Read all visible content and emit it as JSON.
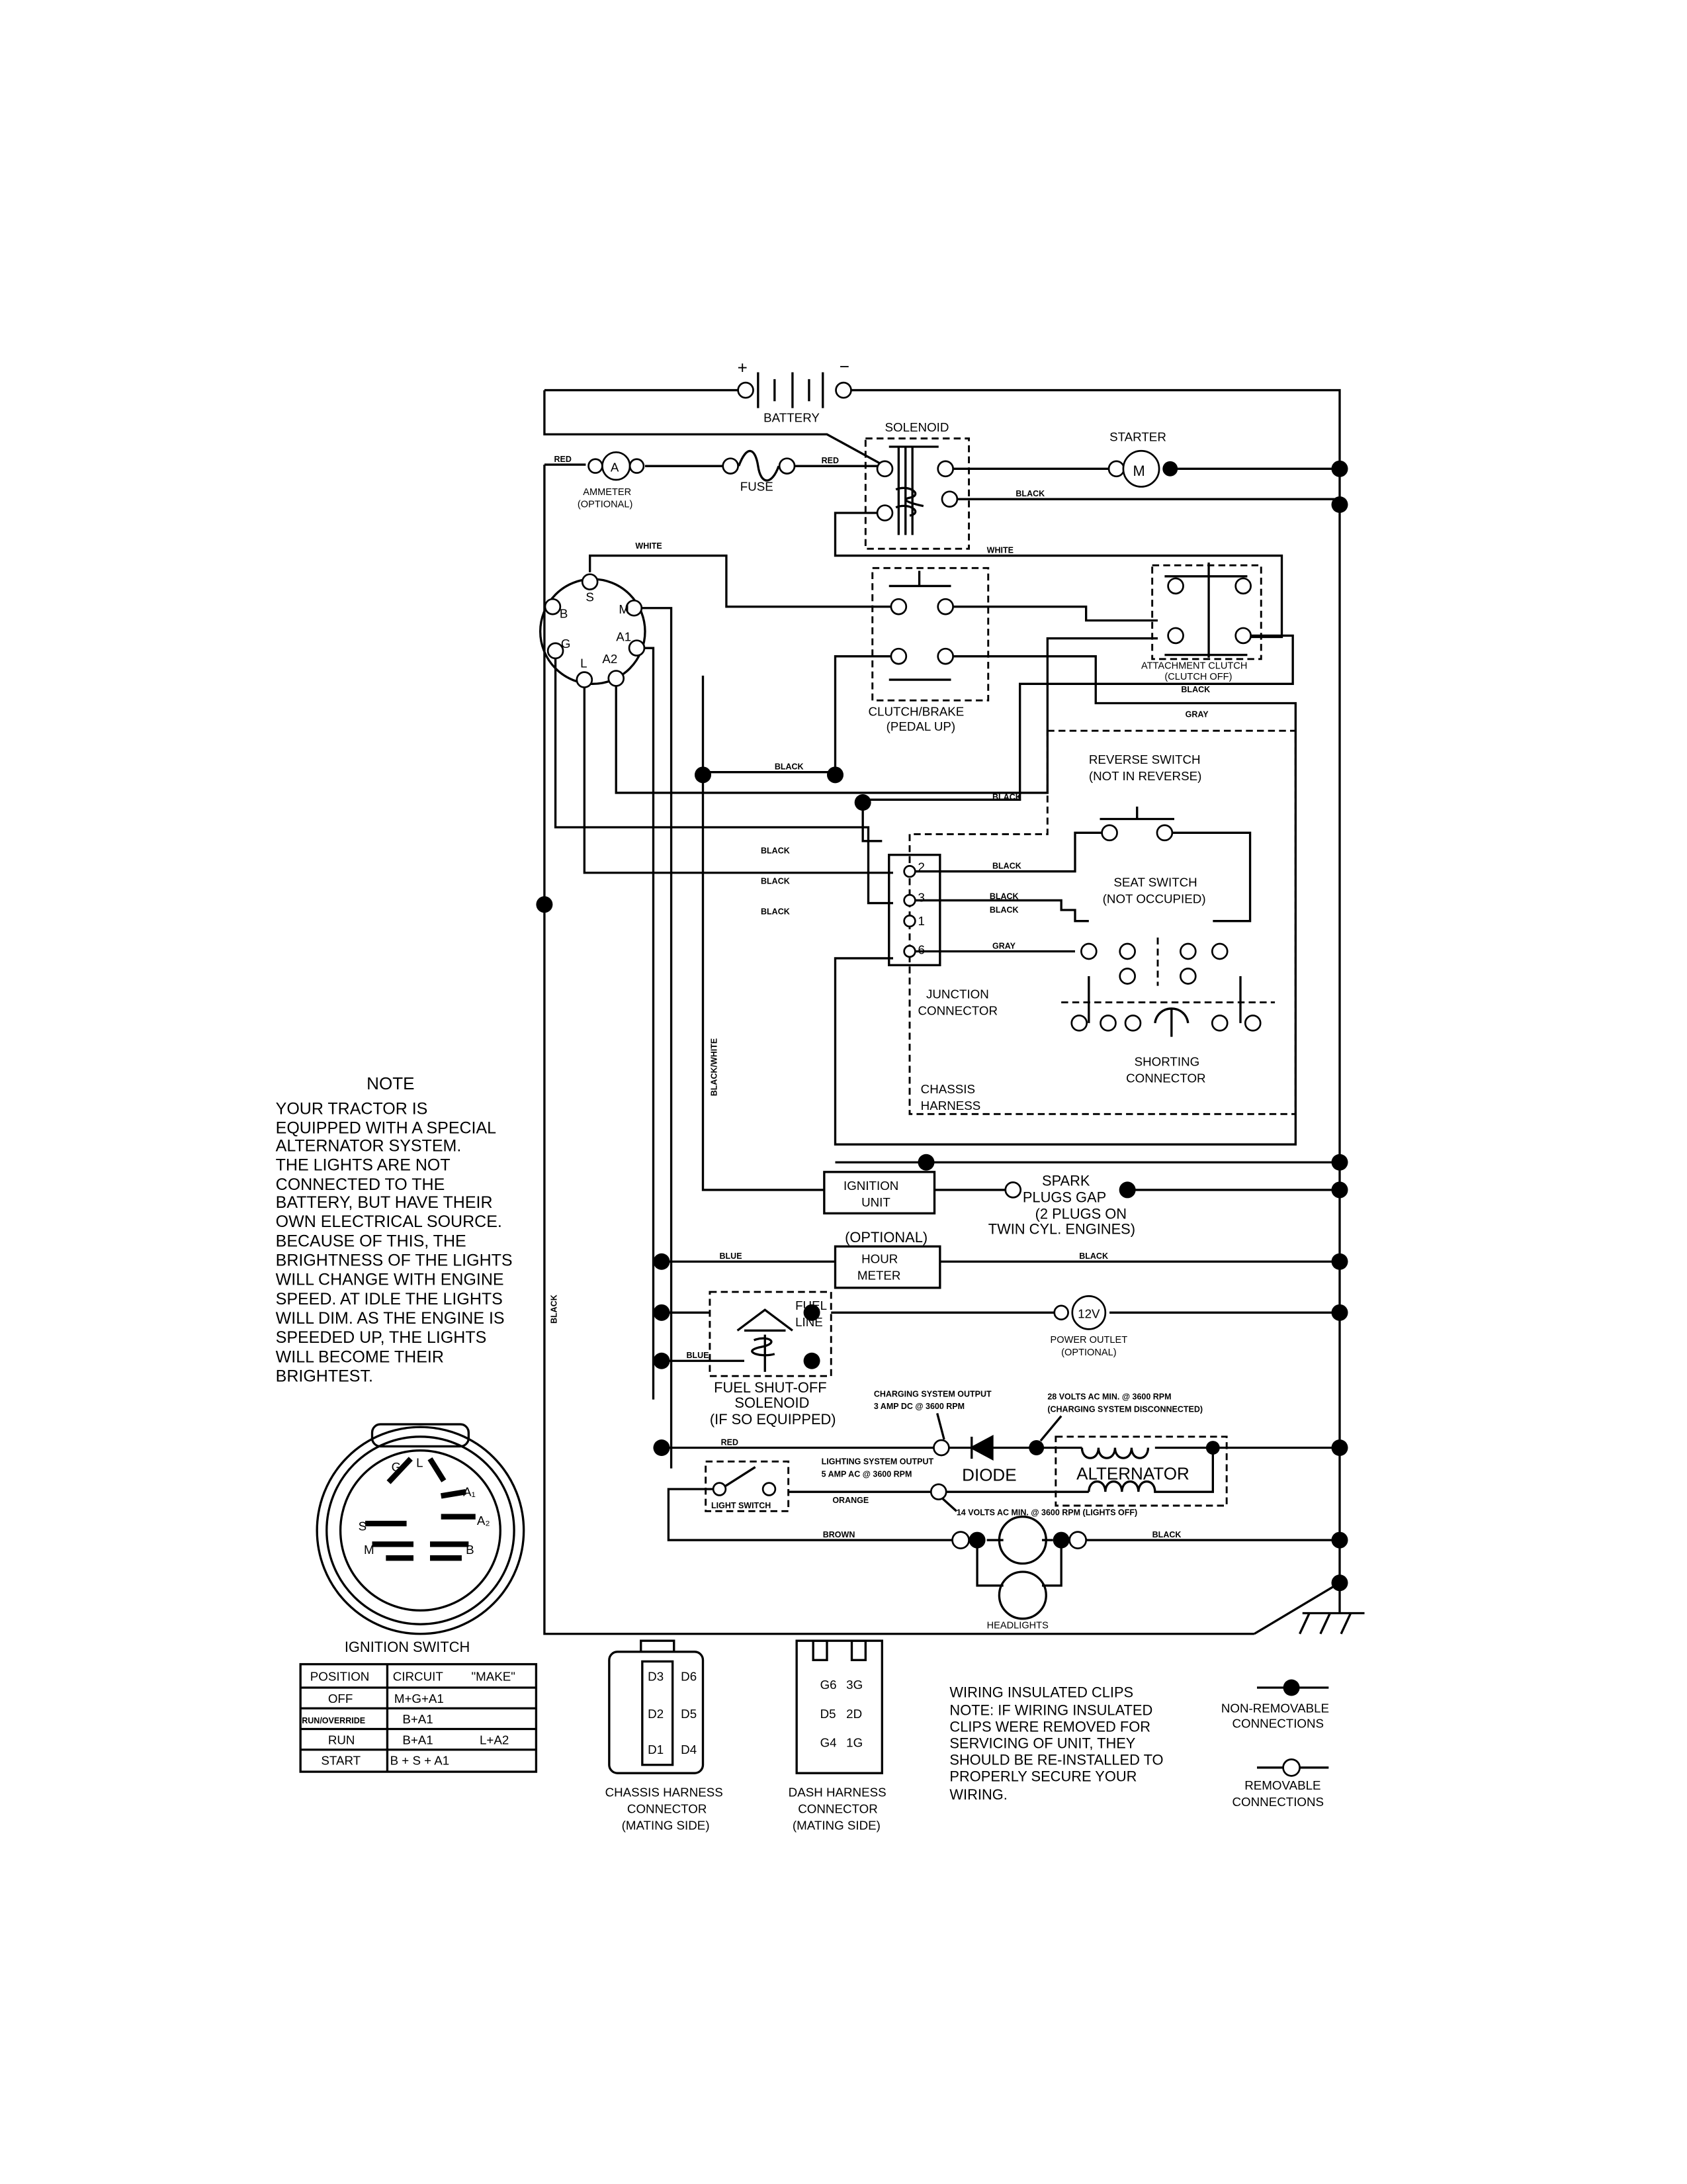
{
  "components": {
    "battery": "BATTERY",
    "battery_plus": "+",
    "battery_minus": "−",
    "solenoid": "SOLENOID",
    "starter": "STARTER",
    "starter_m": "M",
    "ammeter_a": "A",
    "ammeter": "AMMETER",
    "ammeter_opt": "(OPTIONAL)",
    "fuse": "FUSE",
    "clutch_brake": "CLUTCH/BRAKE",
    "clutch_brake_sub": "(PEDAL UP)",
    "attachment_clutch": "ATTACHMENT CLUTCH",
    "attachment_clutch_sub": "(CLUTCH OFF)",
    "reverse_switch": "REVERSE SWITCH",
    "reverse_switch_sub": "(NOT IN REVERSE)",
    "seat_switch": "SEAT SWITCH",
    "seat_switch_sub": "(NOT OCCUPIED)",
    "junction_connector_1": "JUNCTION",
    "junction_connector_2": "CONNECTOR",
    "shorting_connector_1": "SHORTING",
    "shorting_connector_2": "CONNECTOR",
    "chassis_harness_1": "CHASSIS",
    "chassis_harness_2": "HARNESS",
    "ignition_unit_1": "IGNITION",
    "ignition_unit_2": "UNIT",
    "spark_1": "SPARK",
    "spark_2": "PLUGS GAP",
    "spark_3": "(2 PLUGS ON",
    "spark_4": "TWIN CYL. ENGINES)",
    "hour_meter_opt": "(OPTIONAL)",
    "hour_meter_1": "HOUR",
    "hour_meter_2": "METER",
    "power_outlet_12v": "12V",
    "power_outlet": "POWER OUTLET",
    "power_outlet_opt": "(OPTIONAL)",
    "fuel_line_1": "FUEL",
    "fuel_line_2": "LINE",
    "fuel_sol_1": "FUEL SHUT-OFF",
    "fuel_sol_2": "SOLENOID",
    "fuel_sol_3": "(IF SO EQUIPPED)",
    "charging_1": "CHARGING SYSTEM OUTPUT",
    "charging_2": "3 AMP DC @ 3600 RPM",
    "volts28_1": "28 VOLTS AC MIN. @ 3600 RPM",
    "volts28_2": "(CHARGING SYSTEM DISCONNECTED)",
    "lighting_1": "LIGHTING SYSTEM OUTPUT",
    "lighting_2": "5 AMP AC @ 3600 RPM",
    "diode": "DIODE",
    "alternator": "ALTERNATOR",
    "volts14": "14 VOLTS AC MIN. @ 3600 RPM (LIGHTS OFF)",
    "light_switch": "LIGHT SWITCH",
    "headlights": "HEADLIGHTS"
  },
  "ignition_terminals": {
    "S": "S",
    "M": "M",
    "A1": "A1",
    "A2": "A2",
    "L": "L",
    "G": "G",
    "B": "B"
  },
  "junction_pins": [
    "2",
    "3",
    "1",
    "6"
  ],
  "wires": {
    "red": "RED",
    "white": "WHITE",
    "black": "BLACK",
    "gray": "GRAY",
    "blue": "BLUE",
    "orange": "ORANGE",
    "brown": "BROWN",
    "black_white": "BLACK/WHITE"
  },
  "note": {
    "title": "NOTE",
    "lines": [
      "YOUR TRACTOR IS",
      "EQUIPPED WITH A SPECIAL",
      "ALTERNATOR SYSTEM.",
      "THE LIGHTS ARE NOT",
      "CONNECTED TO THE",
      "BATTERY, BUT HAVE THEIR",
      "OWN ELECTRICAL SOURCE.",
      "BECAUSE OF THIS, THE",
      "BRIGHTNESS OF THE LIGHTS",
      "WILL CHANGE WITH ENGINE",
      "SPEED.  AT IDLE THE LIGHTS",
      "WILL DIM.  AS THE ENGINE IS",
      "SPEEDED UP, THE LIGHTS",
      "WILL BECOME THEIR",
      "BRIGHTEST."
    ]
  },
  "ignition_switch": {
    "title": "IGNITION SWITCH",
    "headers": [
      "POSITION",
      "CIRCUIT",
      "\"MAKE\""
    ],
    "rows": [
      {
        "position": "OFF",
        "circuit": "M+G+A1",
        "extra": ""
      },
      {
        "position": "RUN/OVERRIDE",
        "circuit": "B+A1",
        "extra": ""
      },
      {
        "position": "RUN",
        "circuit": "B+A1",
        "extra": "L+A2"
      },
      {
        "position": "START",
        "circuit": "B + S + A1",
        "extra": ""
      }
    ]
  },
  "connectors": {
    "chassis": [
      "CHASSIS HARNESS",
      "CONNECTOR",
      "(MATING SIDE)"
    ],
    "chassis_pins": [
      "D3",
      "D6",
      "D2",
      "D5",
      "D1",
      "D4"
    ],
    "dash": [
      "DASH HARNESS",
      "CONNECTOR",
      "(MATING SIDE)"
    ],
    "dash_pins": [
      "G6",
      "3G",
      "D5",
      "2D",
      "G4",
      "1G"
    ]
  },
  "clips_note": [
    "WIRING INSULATED CLIPS",
    "NOTE: IF WIRING INSULATED",
    "CLIPS WERE REMOVED FOR",
    "SERVICING OF UNIT, THEY",
    "SHOULD BE RE-INSTALLED TO",
    "PROPERLY SECURE YOUR",
    "WIRING."
  ],
  "legend": {
    "non_removable_1": "NON-REMOVABLE",
    "non_removable_2": "CONNECTIONS",
    "removable_1": "REMOVABLE",
    "removable_2": "CONNECTIONS"
  }
}
